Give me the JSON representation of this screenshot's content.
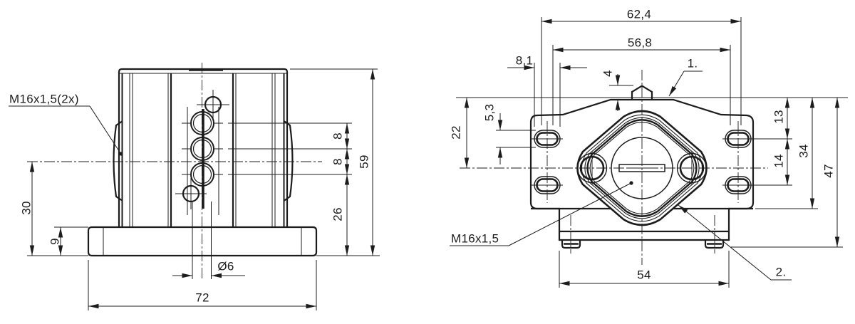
{
  "colors": {
    "ink": "#1c1c1c",
    "background": "#ffffff"
  },
  "drawing": {
    "front": {
      "thread_callout": "M16x1,5(2x)",
      "dim_center_height": "30",
      "dim_base_thickness": "9",
      "dim_port_pitch_upper": "8",
      "dim_port_pitch_lower": "8",
      "dim_port_to_base": "26",
      "dim_overall_height": "59",
      "dim_hole_dia": "Ø6",
      "dim_base_width": "72"
    },
    "side": {
      "thread_callout": "M16x1,5",
      "note_1": "1.",
      "note_2": "2.",
      "dim_outer_width": "62,4",
      "dim_inner_width": "56,8",
      "dim_slot_width": "8,1",
      "dim_nub_height": "4",
      "dim_center_offset": "22",
      "dim_slot_height": "5,3",
      "dim_slot1_offset": "13",
      "dim_slot_pitch": "14",
      "dim_flange_height": "34",
      "dim_body_height": "47",
      "dim_base_width": "54"
    }
  }
}
